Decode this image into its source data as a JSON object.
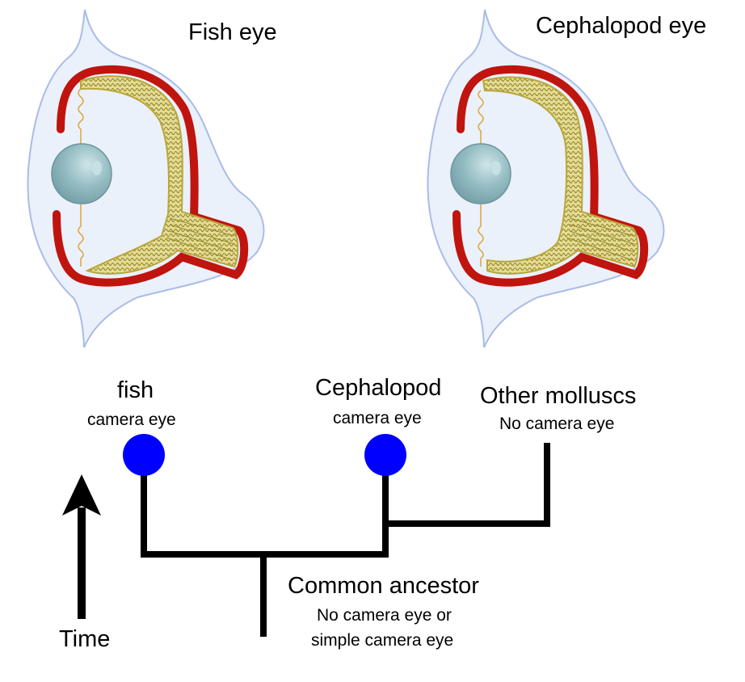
{
  "eyes": {
    "fish_title": "Fish eye",
    "cephalopod_title": "Cephalopod  eye"
  },
  "tree": {
    "fish": {
      "name": "fish",
      "desc": "camera eye"
    },
    "cephalopod": {
      "name": "Cephalopod",
      "desc": "camera eye"
    },
    "molluscs": {
      "name": "Other molluscs",
      "desc": "No camera eye"
    },
    "ancestor": {
      "name": "Common  ancestor",
      "desc_line1": "No camera eye or",
      "desc_line2": "simple camera eye"
    },
    "time_label": "Time"
  },
  "colors": {
    "node": "#0000ff",
    "line": "#000000",
    "choroid": "#c0140e",
    "retina": "#c7b54a",
    "lens": "#8fb8bf",
    "outline": "#aabce6",
    "body_fill": "#eaf1fb"
  }
}
